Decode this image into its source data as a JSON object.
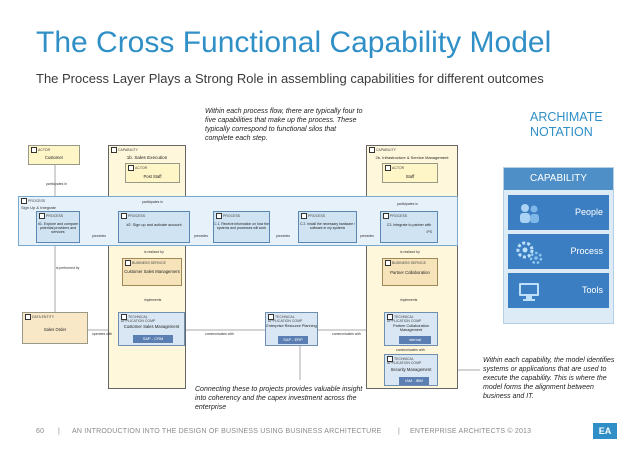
{
  "header": {
    "title": "The Cross Functional Capability Model",
    "subtitle": "The Process Layer Plays a Strong Role in assembling capabilities for different outcomes"
  },
  "callouts": {
    "top": "Within each process flow, there are typically four to five capabilities that make up the process. These typically correspond to functional silos that complete each step.",
    "bottom": "Connecting these to projects provides valuable insight into coherency and the capex investment across the enterprise",
    "right": "Within each capability, the model identifies systems or applications that are used to execute the capability. This is where the model forms the alignment between business and IT."
  },
  "notation": {
    "line1": "ARCHIMATE",
    "line2": "NOTATION"
  },
  "capability_panel": {
    "title": "CAPABILITY",
    "rows": [
      "People",
      "Process",
      "Tools"
    ]
  },
  "diagram": {
    "actor_left": {
      "tag": "ACTOR",
      "name": "Customer"
    },
    "cap1": {
      "tag": "CAPABILITY",
      "name": "1b. Sales Execution"
    },
    "cap2": {
      "tag": "CAPABILITY",
      "name": "2b. Infrastructure & Service Management"
    },
    "actor_mid": {
      "tag": "ACTOR",
      "name": "Post Staff"
    },
    "actor_right": {
      "tag": "ACTOR",
      "name": "Staff"
    },
    "process_band": {
      "tag": "PROCESS",
      "name": "Sign Up & Integrate"
    },
    "processes": [
      {
        "tag": "PROCESS",
        "name": "#1. Explore and compare potential providers and services"
      },
      {
        "tag": "PROCESS",
        "name": "#2. Sign up and activate account"
      },
      {
        "tag": "PROCESS",
        "name": "C.1. Receive information on how the systems and processes will work"
      },
      {
        "tag": "PROCESS",
        "name": "C.2. Install the necessary hardware / software in my systems"
      },
      {
        "tag": "PROCESS",
        "name": "C3. Integrate to partner with"
      }
    ],
    "proc5_extra": "IPS",
    "bsvc_left": {
      "tag": "BUSINESS SERVICE",
      "name": "Customer Sales Management"
    },
    "bsvc_right": {
      "tag": "BUSINESS SERVICE",
      "name": "Partner Collaboration"
    },
    "data_object": {
      "tag": "DATA ENTITY",
      "name": "Sales Order"
    },
    "apps": [
      {
        "tag": "TECHNICAL APPLICATION COMP",
        "name": "Customer Sales Management",
        "system": "SAP - CRM"
      },
      {
        "tag": "TECHNICAL APPLICATION COMP",
        "name": "Enterprise Resource Planning",
        "system": "SAP - ERP"
      },
      {
        "tag": "TECHNICAL APPLICATION COMP",
        "name": "Partner Collaboration Management",
        "system": "xternal"
      },
      {
        "tag": "TECHNICAL APPLICATION COMP",
        "name": "Security Management",
        "system": "IAM - IBM"
      }
    ],
    "relations": {
      "participates_in": "participates in",
      "precedes": "precedes",
      "realized_by": "is realised by",
      "implements": "implements",
      "communicates_with": "communicates with",
      "operates_with": "operates with",
      "performed_by": "is performed by"
    }
  },
  "footer": {
    "page": "60",
    "sep": "|",
    "text": "AN INTRODUCTION INTO THE DESIGN OF BUSINESS USING BUSINESS ARCHITECTURE",
    "company": "ENTERPRISE ARCHITECTS © 2013",
    "logo": "EA"
  }
}
